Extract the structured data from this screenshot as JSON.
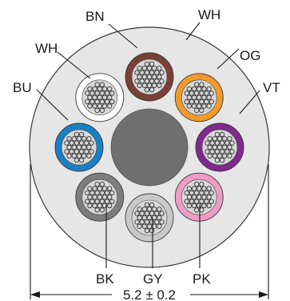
{
  "cable": {
    "sheath_color": "#e6e6e6",
    "core_filler_color": "#6f6f6f",
    "conductor_color": "#9a9a9a",
    "strand_fill": "#d8d8d8",
    "strand_stroke": "#333333"
  },
  "wires": [
    {
      "code": "BN",
      "color": "#7a4034"
    },
    {
      "code": "OG",
      "color": "#f19a2c"
    },
    {
      "code": "VT",
      "color": "#7e2a8c"
    },
    {
      "code": "PK",
      "color": "#ee9cc3"
    },
    {
      "code": "GY",
      "color": "#c9c9c9"
    },
    {
      "code": "BK",
      "color": "#7d7d7d"
    },
    {
      "code": "BU",
      "color": "#1a7fc4"
    },
    {
      "code": "WH",
      "color": "#ffffff"
    }
  ],
  "labels": {
    "sheath": "WH"
  },
  "dimension": {
    "text": "5.2 ± 0.2"
  }
}
